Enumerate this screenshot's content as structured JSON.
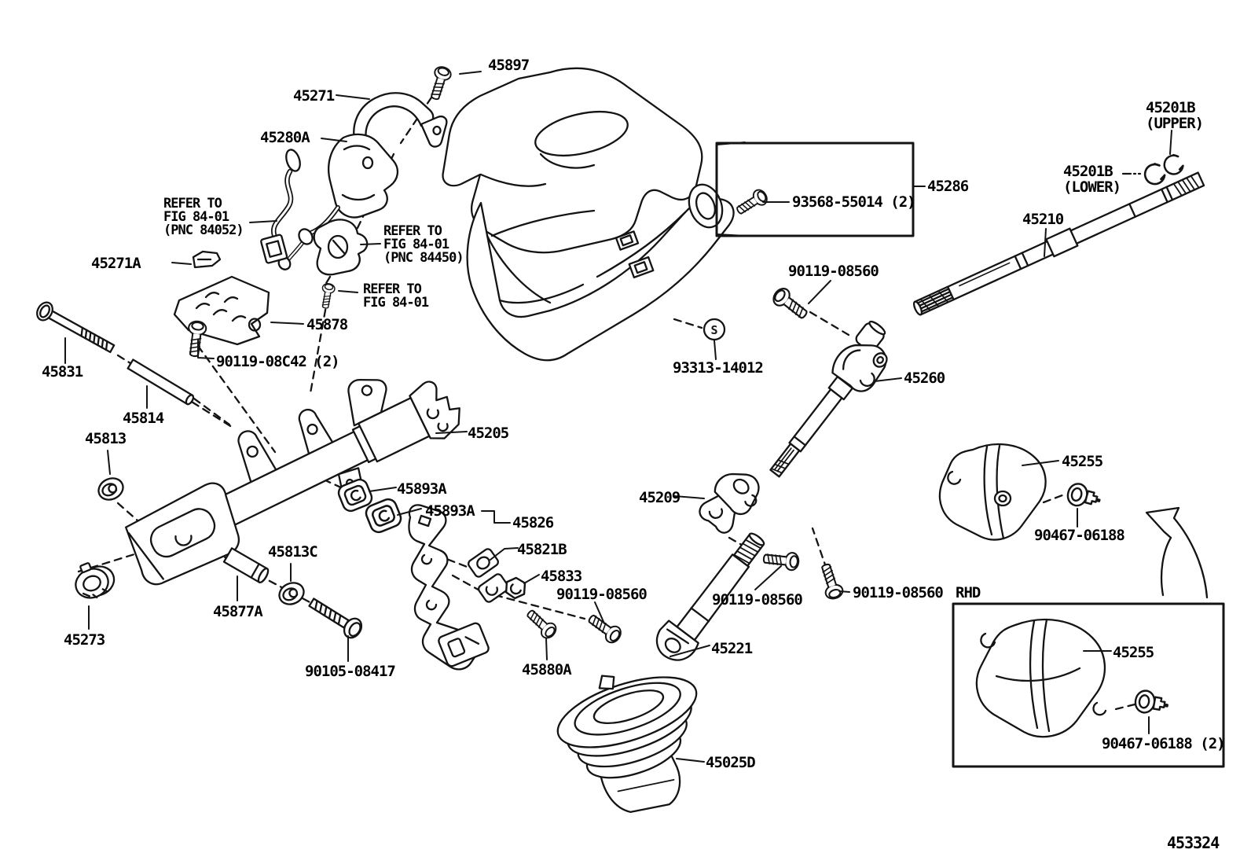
{
  "figure": {
    "code": "453324",
    "rhd_note": "RHD"
  },
  "colors": {
    "line": "#141414",
    "background": "#ffffff"
  },
  "labels": {
    "p45897": "45897",
    "p45271": "45271",
    "p45280a": "45280A",
    "p45271a": "45271A",
    "refer_84052": [
      "REFER TO",
      "FIG 84-01",
      "(PNC 84052)"
    ],
    "refer_84450": [
      "REFER TO",
      "FIG 84-01",
      "(PNC 84450)"
    ],
    "refer_fig": [
      "REFER TO",
      "FIG 84-01"
    ],
    "p45878": "45878",
    "p90119_08c42": "90119-08C42 (2)",
    "p45831": "45831",
    "p45814": "45814",
    "p45813": "45813",
    "p45286": "45286",
    "p93568": "93568-55014 (2)",
    "p45201b_upper": [
      "45201B",
      "(UPPER)"
    ],
    "p45201b_lower": [
      "45201B",
      "(LOWER)"
    ],
    "p45210": "45210",
    "p90119_top": "90119-08560",
    "p93313": "93313-14012",
    "p45260": "45260",
    "p45209": "45209",
    "p45205": "45205",
    "p45893a_1": "45893A",
    "p45893a_2": "45893A",
    "p45826": "45826",
    "p45821b": "45821B",
    "p45833": "45833",
    "p45813c": "45813C",
    "p45877a": "45877A",
    "p45273": "45273",
    "p90105": "90105-08417",
    "p90119_mid": "90119-08560",
    "p90119_right1": "90119-08560",
    "p90119_right2": "90119-08560",
    "p45880a": "45880A",
    "p45221": "45221",
    "p45025d": "45025D",
    "p45255_main": "45255",
    "p90467_main": "90467-06188",
    "p45255_rhd": "45255",
    "p90467_rhd": "90467-06188 (2)",
    "s_marker": "S"
  }
}
